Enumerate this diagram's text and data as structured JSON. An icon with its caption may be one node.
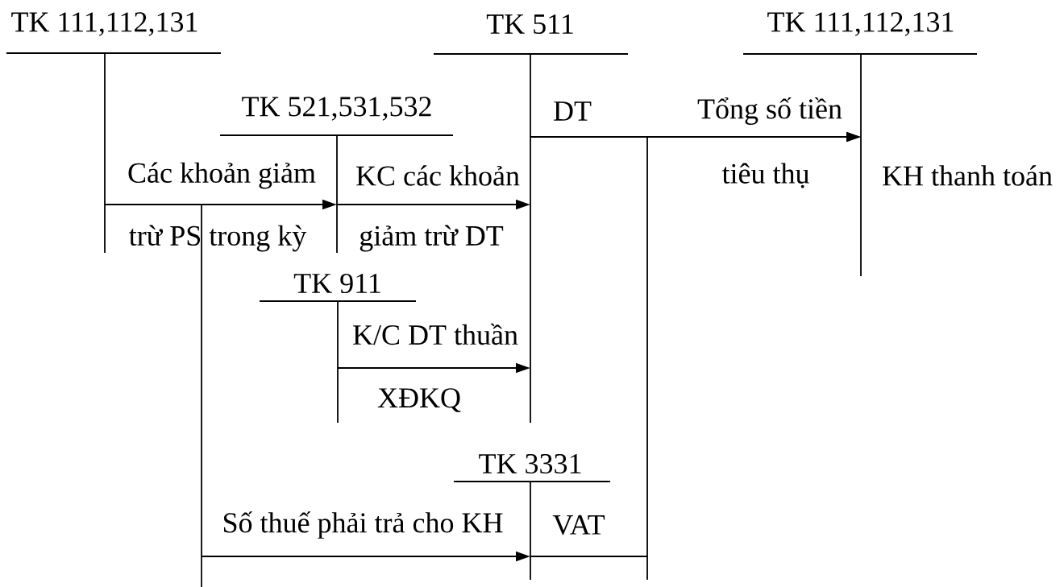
{
  "diagram": {
    "nodes": [
      {
        "text": [
          "TK 111,112,131"
        ]
      },
      {
        "text": [
          "TK 521,531,532"
        ]
      },
      {
        "text": [
          "TK 511"
        ]
      },
      {
        "text": [
          "TK 111,112,131"
        ]
      },
      {
        "text": [
          "TK 911"
        ]
      },
      {
        "text": [
          "TK 3331"
        ]
      }
    ],
    "edges": [
      {
        "from": 0,
        "to": 1,
        "arrow": "to",
        "label": "Các khoản giảm"
      },
      {
        "from": 1,
        "to": 2,
        "arrow": "to",
        "label": "KC các khoản"
      },
      {
        "from": 2,
        "to": 3,
        "arrow": "to",
        "label": "Tổng số tiền"
      },
      {
        "from": 4,
        "to": 2,
        "arrow": "to",
        "label": "K/C DT thuần"
      },
      {
        "from": 0,
        "to": 5,
        "arrow": "to",
        "label": "Số thuế phải trả cho KH"
      },
      {
        "from": 5,
        "to": 3,
        "arrow": "to",
        "label": "VAT"
      }
    ],
    "labels": [
      "DT",
      "tiêu thụ",
      "KH thanh toán",
      "trừ PS trong kỳ",
      "giảm trừ DT",
      "XĐKQ"
    ]
  }
}
